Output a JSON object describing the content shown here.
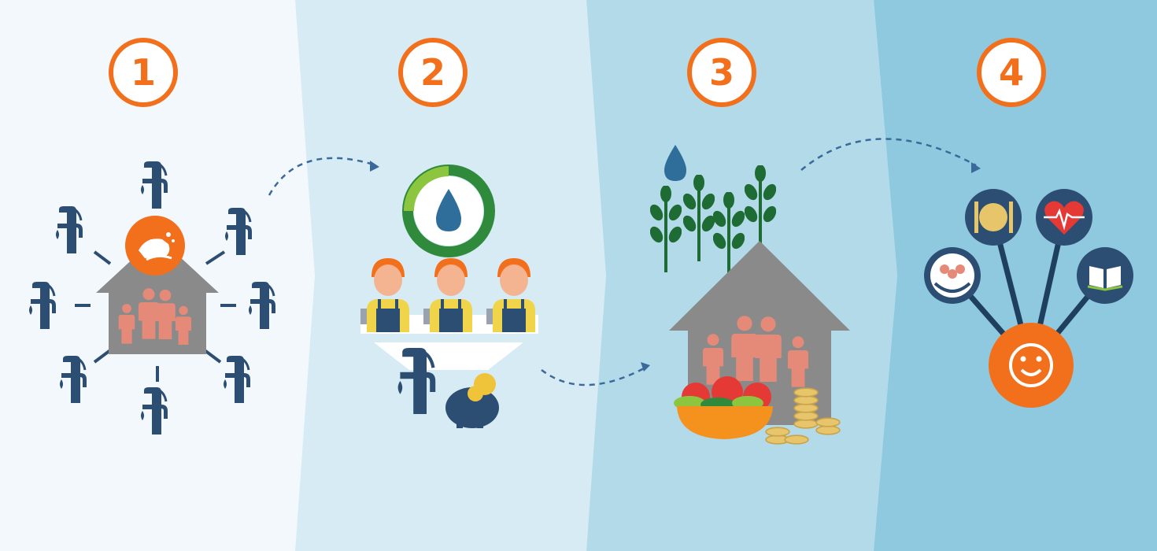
{
  "steps": [
    {
      "number": "1",
      "panel_color": "#f3f8fc"
    },
    {
      "number": "2",
      "panel_color": "#d6ebf4"
    },
    {
      "number": "3",
      "panel_color": "#b2dae9"
    },
    {
      "number": "4",
      "panel_color": "#8ec9df"
    }
  ],
  "colors": {
    "orange": "#f26f1c",
    "navy": "#2d4e73",
    "gray_house": "#8a8a8a",
    "salmon": "#e58a78",
    "green": "#2f8a3c",
    "gold": "#e7c66b"
  },
  "icons": [
    "water-pump-icon",
    "handwashing-icon",
    "family-icon",
    "water-drop-icon",
    "mechanic-icon",
    "piggy-bank-icon",
    "plant-icon",
    "vegetables-icon",
    "coins-icon",
    "meal-icon",
    "heartbeat-icon",
    "book-icon",
    "care-hands-icon",
    "smiley-icon"
  ]
}
